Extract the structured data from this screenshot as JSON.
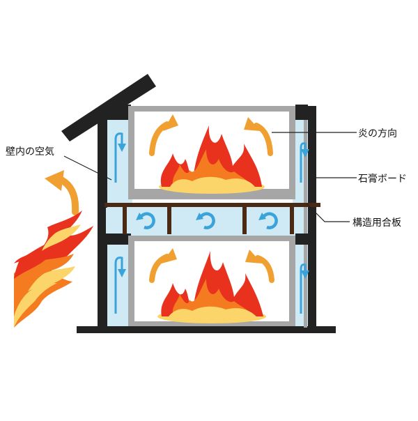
{
  "labels": {
    "wall_air": "壁内の空気",
    "flame_direction": "炎の方向",
    "gypsum_board": "石膏ボード",
    "structural_plywood": "構造用合板"
  },
  "colors": {
    "wall_dark": "#222222",
    "gypsum_gray": "#a6a6a6",
    "air_cavity": "#cfeaf5",
    "air_arrow": "#39a3da",
    "flame_arrow": "#f0a030",
    "beam_brown": "#4a2a14",
    "flame_red": "#e8321e",
    "flame_orange": "#f47b20",
    "flame_yellow": "#fbd56a"
  },
  "icons": [
    "flame-icon",
    "curved-arrow-icon",
    "circular-arrow-icon",
    "air-flow-arrow-icon"
  ]
}
